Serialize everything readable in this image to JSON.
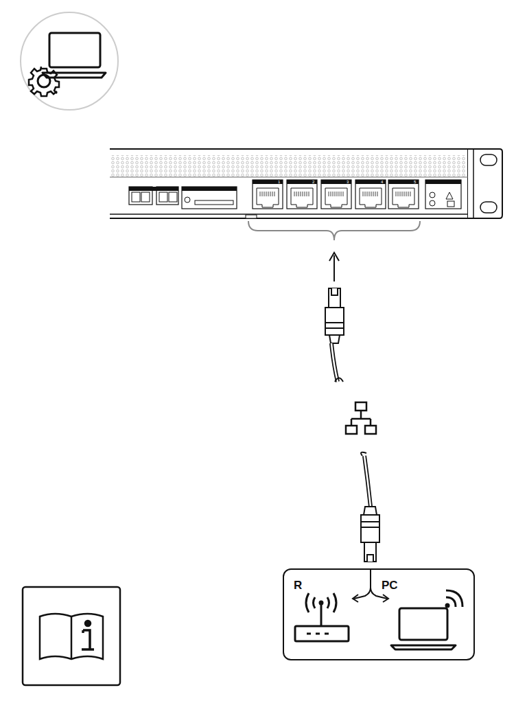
{
  "diagram": {
    "nodes": [
      {
        "text": [
          "R",
          "PC"
        ]
      }
    ],
    "edges": [],
    "labels": [
      "1",
      "2",
      "3",
      "4",
      "5"
    ]
  }
}
